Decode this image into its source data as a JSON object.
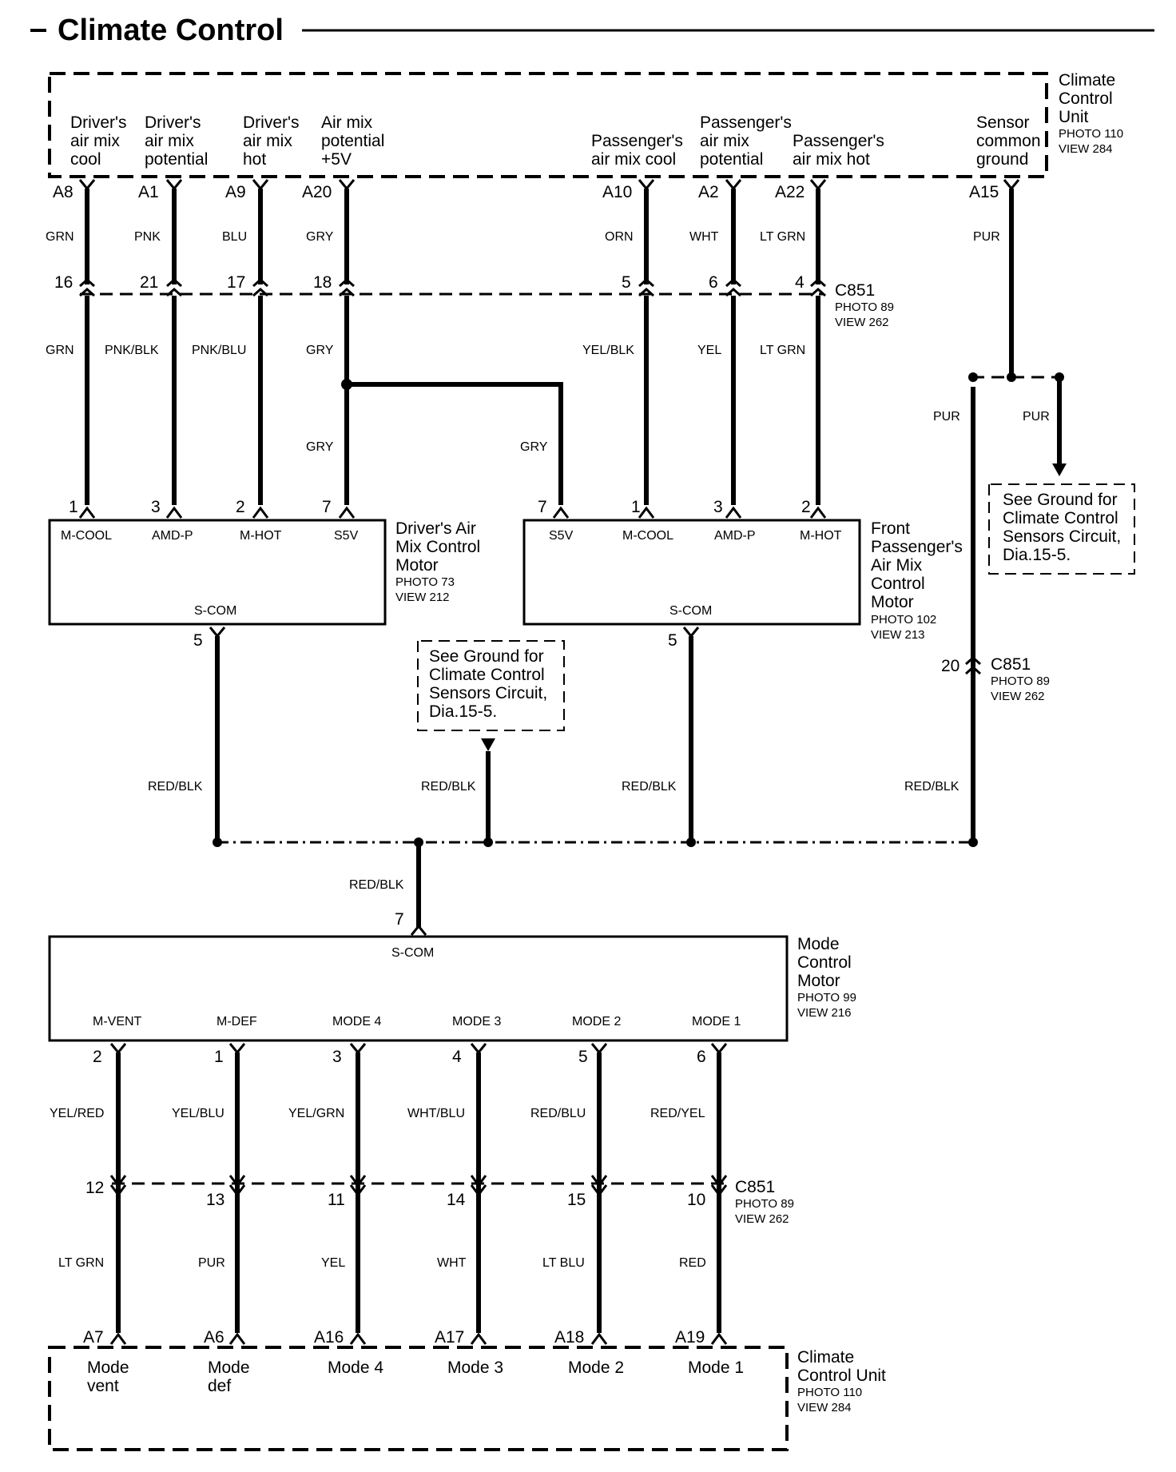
{
  "title": "Climate Control",
  "ccu_top": {
    "name": [
      "Climate",
      "Control",
      "Unit"
    ],
    "photo": "PHOTO 110",
    "view": "VIEW 284",
    "terminals": [
      {
        "lines": [
          "Driver's",
          "air mix",
          "cool"
        ]
      },
      {
        "lines": [
          "Driver's",
          "air mix",
          "potential"
        ]
      },
      {
        "lines": [
          "Driver's",
          "air mix",
          "hot"
        ]
      },
      {
        "lines": [
          "Air mix",
          "potential",
          "+5V"
        ]
      },
      {
        "lines": [
          "Passenger's",
          "air mix cool"
        ]
      },
      {
        "lines": [
          "Passenger's",
          "air mix",
          "potential"
        ]
      },
      {
        "lines": [
          "Passenger's",
          "air mix hot"
        ]
      },
      {
        "lines": [
          "Sensor",
          "common",
          "ground"
        ]
      }
    ],
    "pins": [
      "A8",
      "A1",
      "A9",
      "A20",
      "A10",
      "A2",
      "A22",
      "A15"
    ]
  },
  "upper_wires": {
    "colors_top": [
      "GRN",
      "PNK",
      "BLU",
      "GRY",
      "ORN",
      "WHT",
      "LT GRN",
      "PUR"
    ],
    "c851_pins": [
      "16",
      "21",
      "17",
      "18",
      "5",
      "6",
      "4"
    ],
    "colors_mid": [
      "GRN",
      "PNK/BLK",
      "PNK/BLU",
      "GRY",
      "YEL/BLK",
      "YEL",
      "LT GRN"
    ],
    "gry_branch_left": "GRY",
    "gry_branch_right": "GRY",
    "pur_left": "PUR",
    "pur_right": "PUR"
  },
  "c851": {
    "name": "C851",
    "photo": "PHOTO 89",
    "view": "VIEW 262"
  },
  "c851_lower": {
    "pin": "20"
  },
  "ground_note": [
    "See Ground for",
    "Climate Control",
    "Sensors Circuit,",
    "Dia.15-5."
  ],
  "driver_motor": {
    "name": [
      "Driver's Air",
      "Mix Control",
      "Motor"
    ],
    "photo": "PHOTO 73",
    "view": "VIEW 212",
    "top_pins": [
      "1",
      "3",
      "2",
      "7"
    ],
    "terminals": [
      "M-COOL",
      "AMD-P",
      "M-HOT",
      "S5V"
    ],
    "scom": "S-COM",
    "scom_pin": "5"
  },
  "pass_motor": {
    "name": [
      "Front",
      "Passenger's",
      "Air Mix",
      "Control",
      "Motor"
    ],
    "photo": "PHOTO 102",
    "view": "VIEW 213",
    "top_pins": [
      "7",
      "1",
      "3",
      "2"
    ],
    "terminals": [
      "S5V",
      "M-COOL",
      "AMD-P",
      "M-HOT"
    ],
    "scom": "S-COM",
    "scom_pin": "5"
  },
  "ground_wires": [
    "RED/BLK",
    "RED/BLK",
    "RED/BLK",
    "RED/BLK",
    "RED/BLK"
  ],
  "mode_motor": {
    "name": [
      "Mode",
      "Control",
      "Motor"
    ],
    "photo": "PHOTO 99",
    "view": "VIEW 216",
    "scom": "S-COM",
    "scom_pin": "7",
    "terminals": [
      "M-VENT",
      "M-DEF",
      "MODE 4",
      "MODE 3",
      "MODE 2",
      "MODE 1"
    ],
    "pins": [
      "2",
      "1",
      "3",
      "4",
      "5",
      "6"
    ]
  },
  "lower_wires": {
    "colors_top": [
      "YEL/RED",
      "YEL/BLU",
      "YEL/GRN",
      "WHT/BLU",
      "RED/BLU",
      "RED/YEL"
    ],
    "c851_pins": [
      "12",
      "13",
      "11",
      "14",
      "15",
      "10"
    ],
    "colors_bottom": [
      "LT GRN",
      "PUR",
      "YEL",
      "WHT",
      "LT BLU",
      "RED"
    ]
  },
  "ccu_bottom": {
    "name": [
      "Climate",
      "Control Unit"
    ],
    "photo": "PHOTO 110",
    "view": "VIEW 284",
    "pins": [
      "A7",
      "A6",
      "A16",
      "A17",
      "A18",
      "A19"
    ],
    "terminals": [
      {
        "lines": [
          "Mode",
          "vent"
        ]
      },
      {
        "lines": [
          "Mode",
          "def"
        ]
      },
      {
        "lines": [
          "Mode 4"
        ]
      },
      {
        "lines": [
          "Mode 3"
        ]
      },
      {
        "lines": [
          "Mode 2"
        ]
      },
      {
        "lines": [
          "Mode 1"
        ]
      }
    ]
  }
}
